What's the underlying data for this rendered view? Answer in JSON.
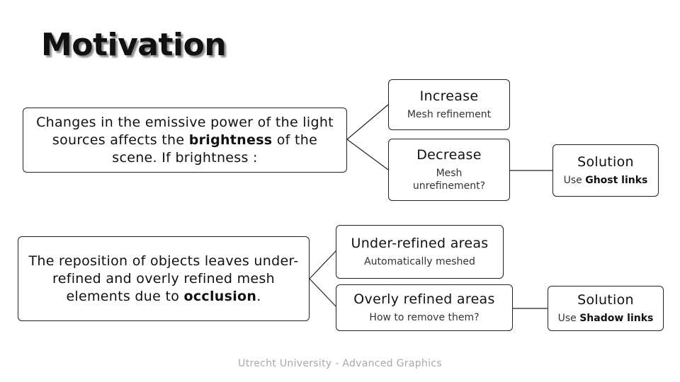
{
  "title": "Motivation",
  "footer": "Utrecht University - Advanced Graphics",
  "diagram1": {
    "root": {
      "text_before": "Changes in the emissive power of the light sources affects the ",
      "text_bold": "brightness",
      "text_after": " of the scene. If brightness :"
    },
    "increase": {
      "head": "Increase",
      "sub": "Mesh refinement"
    },
    "decrease": {
      "head": "Decrease",
      "sub": "Mesh unrefinement?"
    },
    "solution": {
      "head": "Solution",
      "sub_before": "Use ",
      "sub_bold": "Ghost links"
    }
  },
  "diagram2": {
    "root": {
      "text_before": "The reposition of objects leaves under-refined and overly refined mesh elements due to ",
      "text_bold": "occlusion",
      "text_after": "."
    },
    "under": {
      "head": "Under-refined areas",
      "sub": "Automatically meshed"
    },
    "overly": {
      "head": "Overly refined areas",
      "sub": "How to remove them?"
    },
    "solution": {
      "head": "Solution",
      "sub_before": "Use ",
      "sub_bold": "Shadow links"
    }
  }
}
